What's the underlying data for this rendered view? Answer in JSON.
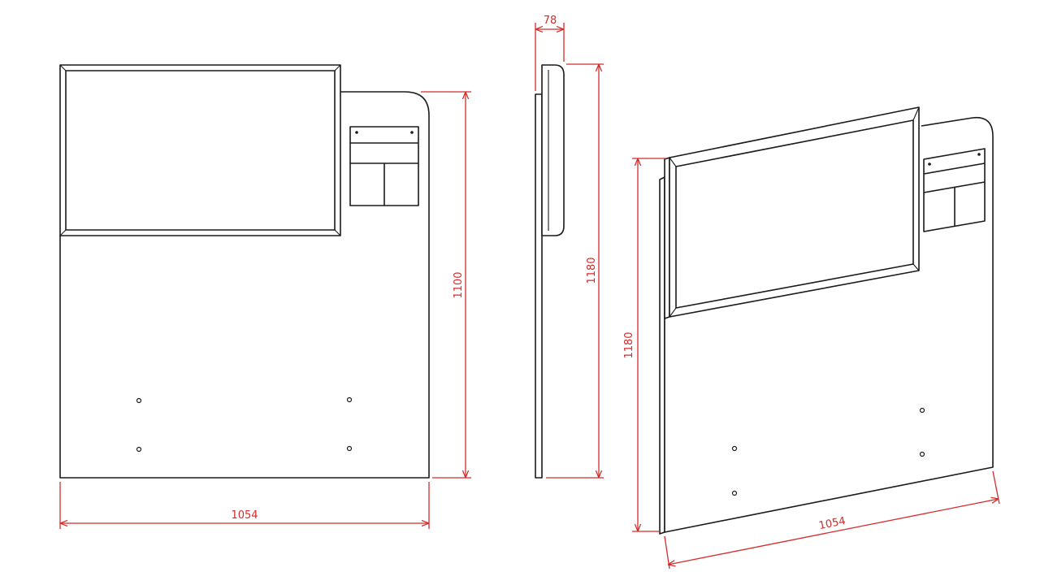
{
  "dimensions": {
    "front_width": "1054",
    "front_height": "1100",
    "side_depth": "78",
    "side_height": "1180",
    "iso_height": "1180",
    "iso_width": "1054"
  },
  "colors": {
    "line": "#1a1a1a",
    "dimension": "#d42b2b",
    "background": "#ffffff"
  }
}
